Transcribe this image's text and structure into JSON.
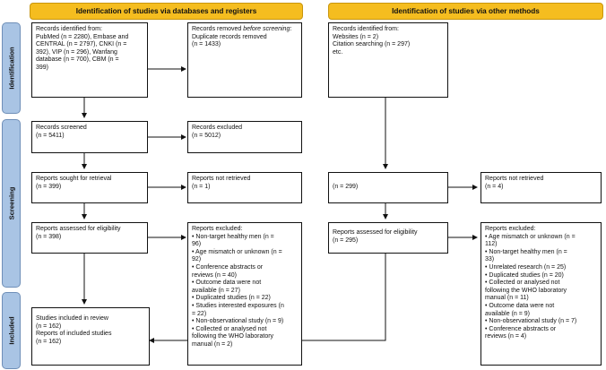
{
  "headers": {
    "databases": "Identification of studies via databases and registers",
    "other": "Identification of studies via other methods"
  },
  "phases": {
    "identification": "Identification",
    "screening": "Screening",
    "included": "Included"
  },
  "boxes": {
    "records_identified": "Records identified from:\nPubMed (n = 2280), Embase and\nCENTRAL (n = 2797), CNKI (n =\n392), VIP (n = 296), Wanfang\ndatabase (n = 700), CBM (n =\n399)",
    "records_removed_prefix": "Records removed ",
    "records_removed_em": "before screening",
    "records_removed_suffix": ":\n   Duplicate records removed\n   (n = 1433)",
    "other_identified": "Records identified from:\n   Websites (n = 2)\n   Citation searching (n = 297)\n   etc.",
    "records_screened": "Records screened\n(n = 5411)",
    "records_excluded": "Records excluded\n(n = 5012)",
    "reports_sought": "Reports sought for retrieval\n(n = 399)",
    "reports_not_retrieved": "Reports not retrieved\n(n = 1)",
    "other_sought": "(n = 299)",
    "other_not_retrieved": "Reports not retrieved\n(n = 4)",
    "reports_assessed": "Reports assessed for eligibility\n(n = 398)",
    "other_assessed": "Reports assessed for eligibility\n(n = 295)",
    "excluded_left_title": "Reports excluded:",
    "excluded_left_items": [
      "• Non-target healthy men (n =\n96)",
      "• Age mismatch or unknown (n =\n92)",
      "• Conference abstracts or\nreviews (n = 40)",
      "• Outcome data were not\navailable (n = 27)",
      "• Duplicated studies (n = 22)",
      "• Studies interested exposures (n\n= 22)",
      "• Non-observational study (n = 9)",
      "• Collected or analysed not\nfollowing the WHO laboratory\nmanual (n = 2)"
    ],
    "excluded_right_title": "Reports excluded:",
    "excluded_right_items": [
      "• Age mismatch or unknown (n =\n112)",
      "• Non-target healthy men (n =\n33)",
      "• Unrelated research (n = 25)",
      "• Duplicated studies (n = 20)",
      "• Collected or analysed not\nfollowing the WHO laboratory\nmanual (n = 11)",
      "• Outcome data were not\navailable (n = 9)",
      "• Non-observational study (n = 7)",
      "• Conference abstracts or\nreviews (n = 4)"
    ],
    "included": "Studies included in review\n(n = 162)\nReports of included studies\n(n = 162)"
  }
}
